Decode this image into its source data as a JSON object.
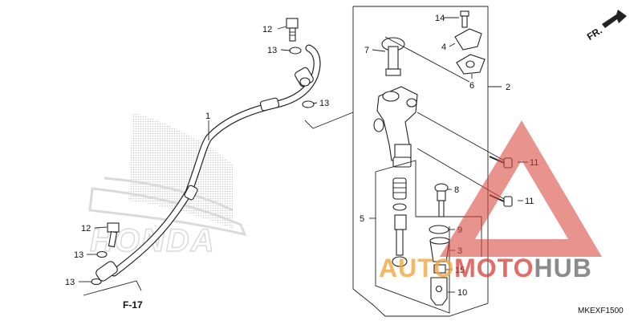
{
  "diagram": {
    "code": "MKEXF1500",
    "direction_label": "FR.",
    "ref_label": "F-17",
    "callouts": [
      {
        "id": "c12a",
        "text": "12"
      },
      {
        "id": "c13a",
        "text": "13"
      },
      {
        "id": "c13b",
        "text": "13"
      },
      {
        "id": "c1",
        "text": "1"
      },
      {
        "id": "c12b",
        "text": "12"
      },
      {
        "id": "c13c",
        "text": "13"
      },
      {
        "id": "c13d",
        "text": "13"
      },
      {
        "id": "c14",
        "text": "14"
      },
      {
        "id": "c4",
        "text": "4"
      },
      {
        "id": "c7",
        "text": "7"
      },
      {
        "id": "c6",
        "text": "6"
      },
      {
        "id": "c2",
        "text": "2"
      },
      {
        "id": "c11a",
        "text": "11"
      },
      {
        "id": "c11b",
        "text": "11"
      },
      {
        "id": "c8",
        "text": "8"
      },
      {
        "id": "c5",
        "text": "5"
      },
      {
        "id": "c9",
        "text": "9"
      },
      {
        "id": "c3",
        "text": "3"
      },
      {
        "id": "c15",
        "text": "15"
      },
      {
        "id": "c10",
        "text": "10"
      }
    ]
  },
  "background_logo": {
    "text": "HONDA"
  },
  "watermark": {
    "text_auto": "AUTO",
    "text_moto": "MOTO",
    "text_hub": "HUB"
  },
  "colors": {
    "line": "#222222",
    "watermark_red": "#d9453e",
    "watermark_orange": "#f2a33a",
    "watermark_gray": "#6b6b6b",
    "logo_gray": "#bdbdbd"
  }
}
